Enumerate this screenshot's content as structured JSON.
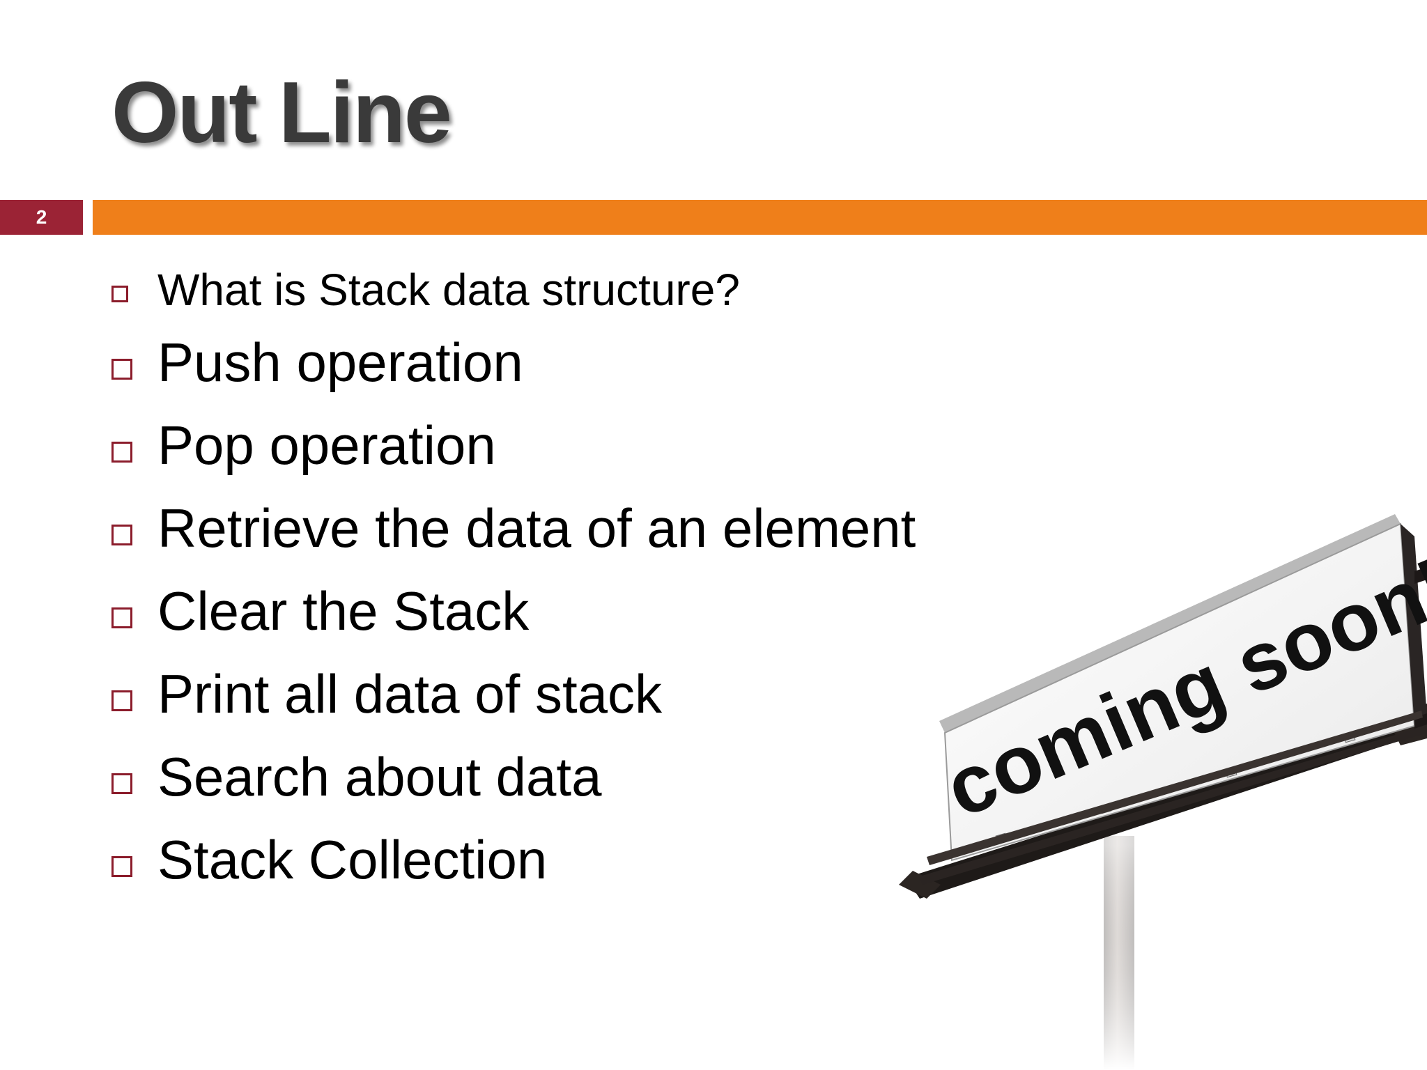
{
  "slide": {
    "title": "Out Line",
    "page_number": "2",
    "colors": {
      "accent_bar": "#ef7f1a",
      "page_number_bg": "#9b2335",
      "bullet_box": "#8b1c2b",
      "title_text": "#3a3a3a"
    }
  },
  "bullets": [
    "What is Stack data structure?",
    "Push operation",
    "Pop operation",
    "Retrieve the data of an element",
    "Clear the Stack",
    "Print all data of stack",
    "Search about data",
    "Stack Collection"
  ],
  "billboard": {
    "text": "coming soon!",
    "icon": "billboard-icon"
  }
}
